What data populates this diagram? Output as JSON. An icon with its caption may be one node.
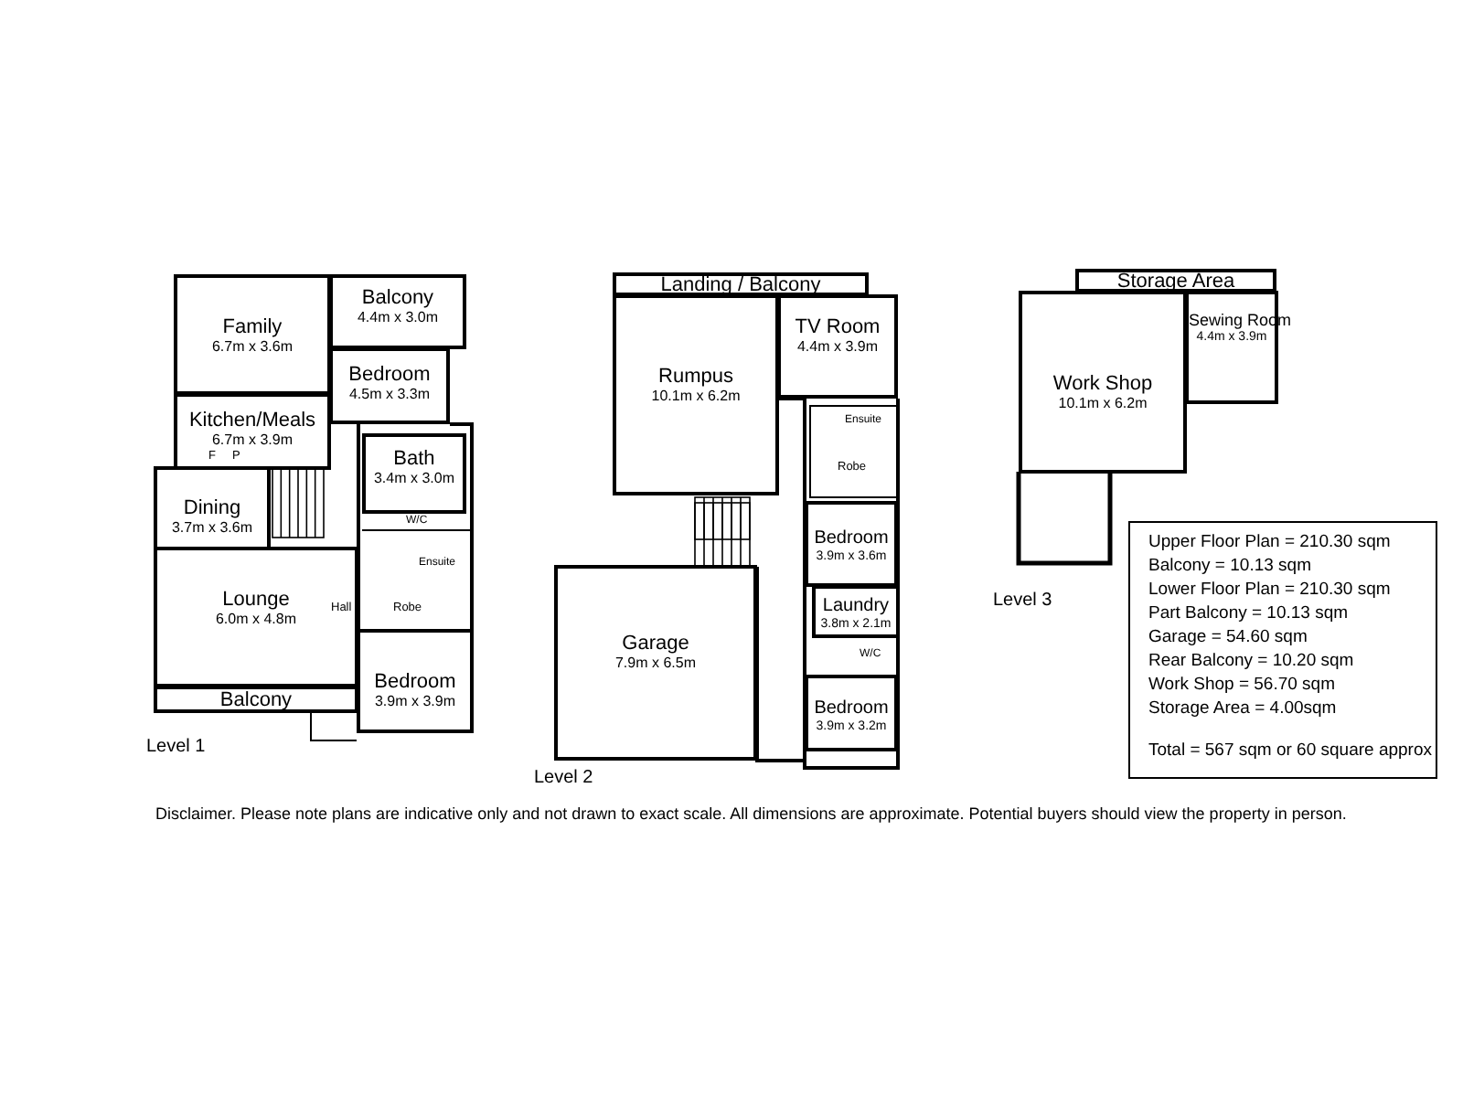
{
  "diagram": {
    "nodes": [
      {
        "text": [
          "Family",
          "6.7m x 3.6m"
        ]
      },
      {
        "text": [
          "Balcony",
          "4.4m x 3.0m"
        ]
      },
      {
        "text": [
          "Kitchen/Meals",
          "6.7m x 3.9m"
        ]
      },
      {
        "text": [
          "Bedroom",
          "4.5m x 3.3m"
        ]
      },
      {
        "text": [
          "Dining",
          "3.7m x 3.6m"
        ]
      },
      {
        "text": [
          "Bath",
          "3.4m x 3.0m"
        ]
      },
      {
        "text": [
          "Lounge",
          "6.0m x 4.8m"
        ]
      },
      {
        "text": [
          "Balcony"
        ]
      },
      {
        "text": [
          "Bedroom",
          "3.9m x 3.9m"
        ]
      },
      {
        "text": [
          "Landing / Balcony"
        ]
      },
      {
        "text": [
          "Rumpus",
          "10.1m x 6.2m"
        ]
      },
      {
        "text": [
          "TV Room",
          "4.4m x 3.9m"
        ]
      },
      {
        "text": [
          "Bedroom",
          "3.9m x 3.6m"
        ]
      },
      {
        "text": [
          "Garage",
          "7.9m x 6.5m"
        ]
      },
      {
        "text": [
          "Laundry",
          "3.8m x 2.1m"
        ]
      },
      {
        "text": [
          "Bedroom",
          "3.9m x 3.2m"
        ]
      },
      {
        "text": [
          "Storage Area"
        ]
      },
      {
        "text": [
          "Work Shop",
          "10.1m x 6.2m"
        ]
      },
      {
        "text": [
          "Sewing Room",
          "4.4m x 3.9m"
        ]
      },
      {
        "text": [
          "Upper Floor Plan = 210.30 sqm",
          "Balcony = 10.13 sqm",
          "Lower Floor Plan = 210.30 sqm",
          "Part Balcony = 10.13 sqm",
          "Garage = 54.60 sqm",
          "Rear Balcony = 10.20 sqm",
          "Work Shop =  56.70 sqm",
          "Storage Area = 4.00sqm",
          "Total = 567 sqm  or  60 square approx"
        ]
      }
    ],
    "labels": [
      "F",
      "P",
      "W/C",
      "Ensuite",
      "Hall",
      "Robe",
      "Level 1",
      "Ensuite",
      "Robe",
      "W/C",
      "Level 2",
      "Level 3",
      "Disclaimer. Please note plans are indicative only and not drawn to exact scale. All dimensions are approximate. Potential buyers should view the property in person."
    ]
  }
}
